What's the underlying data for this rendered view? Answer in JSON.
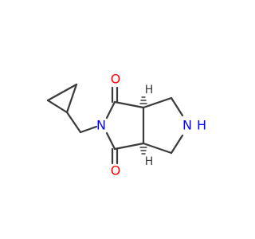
{
  "molecule": {
    "atoms": {
      "o_top": {
        "symbol": "O",
        "color": "#ff0000"
      },
      "o_bottom": {
        "symbol": "O",
        "color": "#ff0000"
      },
      "n_imide": {
        "symbol": "N",
        "color": "#0000ff"
      },
      "n_amine": {
        "symbol": "N",
        "color": "#0000ff"
      },
      "h_amine": {
        "symbol": "H",
        "color": "#0000ff"
      },
      "h_stereo_top": {
        "symbol": "H"
      },
      "h_stereo_bottom": {
        "symbol": "H"
      }
    },
    "bond_color": "#3a3a3a"
  }
}
